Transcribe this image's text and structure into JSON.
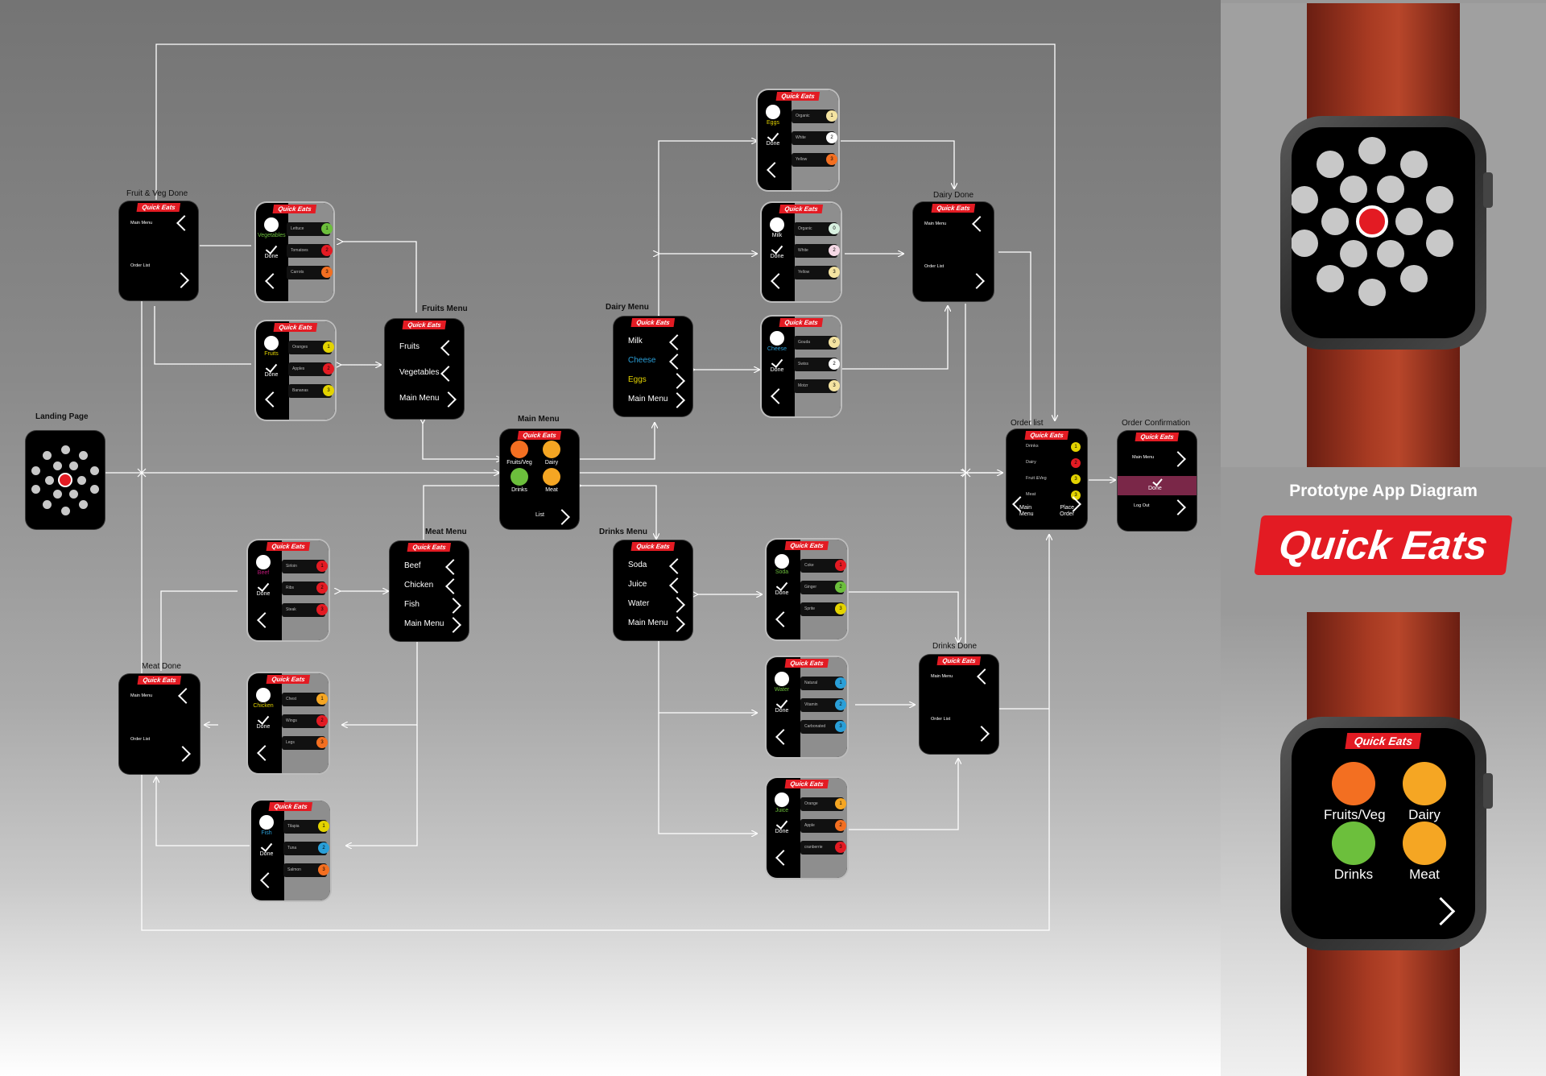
{
  "brand": "Quick Eats",
  "diagram_title": "Prototype App Diagram",
  "labels": {
    "landing": "Landing Page",
    "main_menu": "Main Menu",
    "fruits_menu": "Fruits Menu",
    "fruit_veg_done": "Fruit & Veg Done",
    "dairy_menu": "Dairy Menu",
    "dairy_done": "Dairy Done",
    "meat_menu": "Meat Menu",
    "meat_done": "Meat Done",
    "drinks_menu": "Drinks Menu",
    "drinks_done": "Drinks Done",
    "order_list": "Order list",
    "order_confirmation": "Order Confirmation"
  },
  "menus": {
    "fruits": [
      "Fruits",
      "Vegetables",
      "Main Menu"
    ],
    "dairy": [
      "Milk",
      "Cheese",
      "Eggs",
      "Main Menu"
    ],
    "meat": [
      "Beef",
      "Chicken",
      "Fish",
      "Main Menu"
    ],
    "drinks": [
      "Soda",
      "Juice",
      "Water",
      "Main Menu"
    ]
  },
  "main_tiles": [
    "Fruits/Veg",
    "Dairy",
    "Drinks",
    "Meat"
  ],
  "main_list": "List",
  "done_screens": {
    "top": "Main Menu",
    "bottom": "Order List"
  },
  "done_word": "Done",
  "items": {
    "vegetables": {
      "title": "Vegetables",
      "list": [
        "Lettuce",
        "Tomatoes",
        "Carrots"
      ],
      "nums": [
        "1",
        "2",
        "3"
      ]
    },
    "fruits": {
      "title": "Fruits",
      "list": [
        "Oranges",
        "Apples",
        "Bananas"
      ],
      "nums": [
        "1",
        "2",
        "3"
      ]
    },
    "eggs": {
      "title": "Eggs",
      "list": [
        "Organic",
        "White",
        "Yellow"
      ],
      "nums": [
        "1",
        "2",
        "3"
      ]
    },
    "milk": {
      "title": "Milk",
      "list": [
        "Organic",
        "White",
        "Yellow"
      ],
      "nums": [
        "0",
        "2",
        "3"
      ]
    },
    "cheese": {
      "title": "Cheese",
      "list": [
        "Gouda",
        "Swiss",
        "Motzr"
      ],
      "nums": [
        "0",
        "2",
        "3"
      ]
    },
    "beef": {
      "title": "Beef",
      "list": [
        "Sirloin",
        "Ribs",
        "Steak"
      ],
      "nums": [
        "1",
        "2",
        "3"
      ]
    },
    "chicken": {
      "title": "Chicken",
      "list": [
        "Chest",
        "Wings",
        "Legs"
      ],
      "nums": [
        "1",
        "2",
        "3"
      ]
    },
    "fish": {
      "title": "Fish",
      "list": [
        "Tilapia",
        "Tuna",
        "Salmon"
      ],
      "nums": [
        "1",
        "2",
        "3"
      ]
    },
    "soda": {
      "title": "Soda",
      "list": [
        "Coke",
        "Ginger",
        "Sprite"
      ],
      "nums": [
        "1",
        "2",
        "3"
      ]
    },
    "water": {
      "title": "Water",
      "list": [
        "Natural",
        "Vitamin",
        "Carbonated"
      ],
      "nums": [
        "1",
        "2",
        "3"
      ]
    },
    "juice": {
      "title": "Juice",
      "list": [
        "Orange",
        "Apple",
        "cranberrie"
      ],
      "nums": [
        "1",
        "2",
        "3"
      ]
    }
  },
  "order_list": {
    "rows": [
      "Drinks",
      "Dairy",
      "Fruit &Veg",
      "Meat"
    ],
    "nums": [
      "1",
      "2",
      "3",
      "3"
    ],
    "left": "Main Menu",
    "right": "Place Order"
  },
  "order_confirmation": {
    "top": "Main Menu",
    "done": "Done",
    "bottom": "Log Out"
  },
  "colors": {
    "accent": "#e31b23",
    "confirm_bar": "#7a2748",
    "orange": "#f36f21",
    "yellow_orange": "#f5a623",
    "green": "#6cbf3c",
    "yellow": "#e3d300",
    "blue": "#2a9fd8"
  }
}
